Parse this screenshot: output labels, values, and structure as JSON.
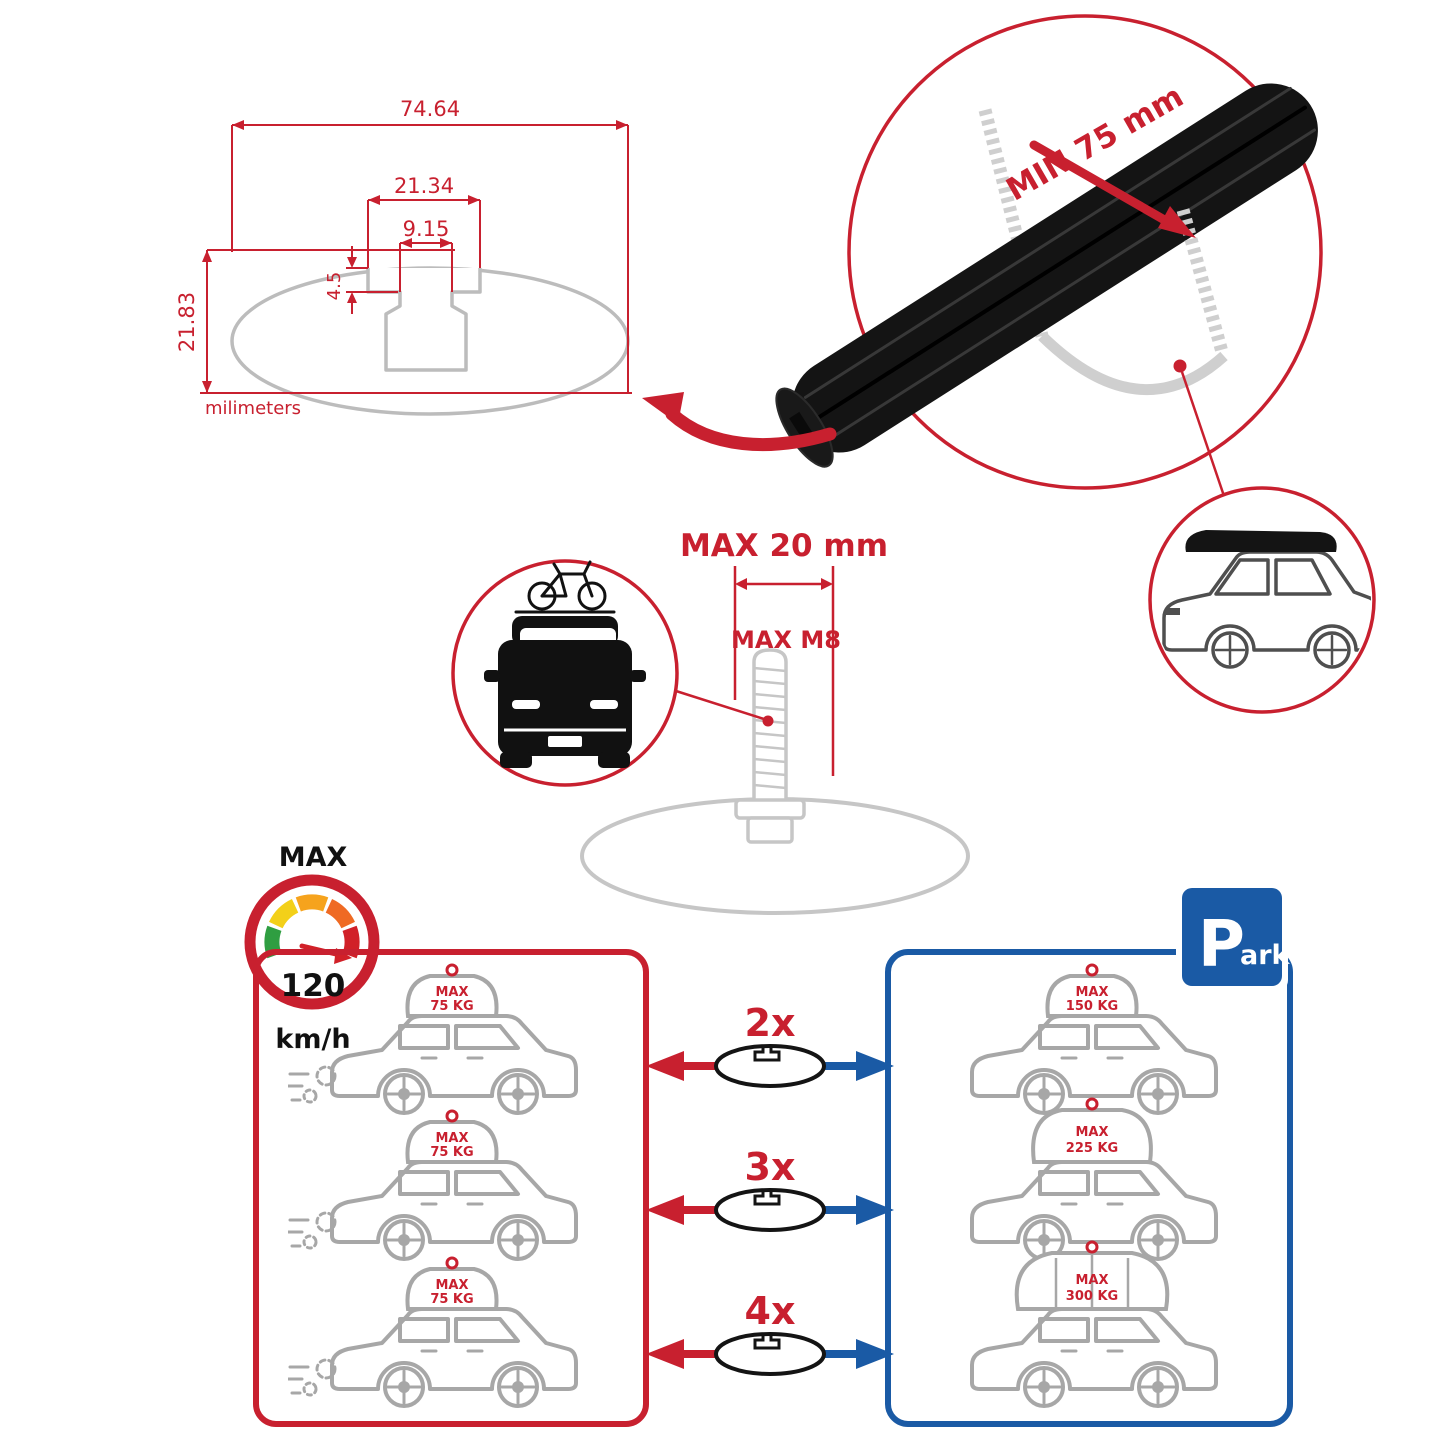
{
  "colors": {
    "accent_red": "#c8202f",
    "accent_blue": "#1a5aa5",
    "line_gray": "#bcbcbc",
    "bar_black": "#141414"
  },
  "dimension_drawing": {
    "total_width": "74.64",
    "slot_outer_width": "21.34",
    "slot_inner_width": "9.15",
    "slot_lip_depth": "4.5",
    "total_height": "21.83",
    "units_label": "milimeters"
  },
  "crossbar_render": {
    "min_clearance_label": "MIN 75 mm"
  },
  "bolt_detail": {
    "max_width_label": "MAX 20 mm",
    "max_bolt_label": "MAX M8"
  },
  "speed_limit": {
    "label": "MAX",
    "value": "120",
    "units": "km/h"
  },
  "driving_panel": {
    "cars": [
      {
        "load_line1": "MAX",
        "load_line2": "75 KG"
      },
      {
        "load_line1": "MAX",
        "load_line2": "75 KG"
      },
      {
        "load_line1": "MAX",
        "load_line2": "75 KG"
      }
    ]
  },
  "bar_counts": [
    {
      "label": "2x"
    },
    {
      "label": "3x"
    },
    {
      "label": "4x"
    }
  ],
  "parked_panel": {
    "cars": [
      {
        "load_line1": "MAX",
        "load_line2": "150 KG"
      },
      {
        "load_line1": "MAX",
        "load_line2": "225 KG"
      },
      {
        "load_line1": "MAX",
        "load_line2": "300 KG"
      }
    ]
  },
  "parking_sign": {
    "letter": "P",
    "suffix": "ark"
  }
}
